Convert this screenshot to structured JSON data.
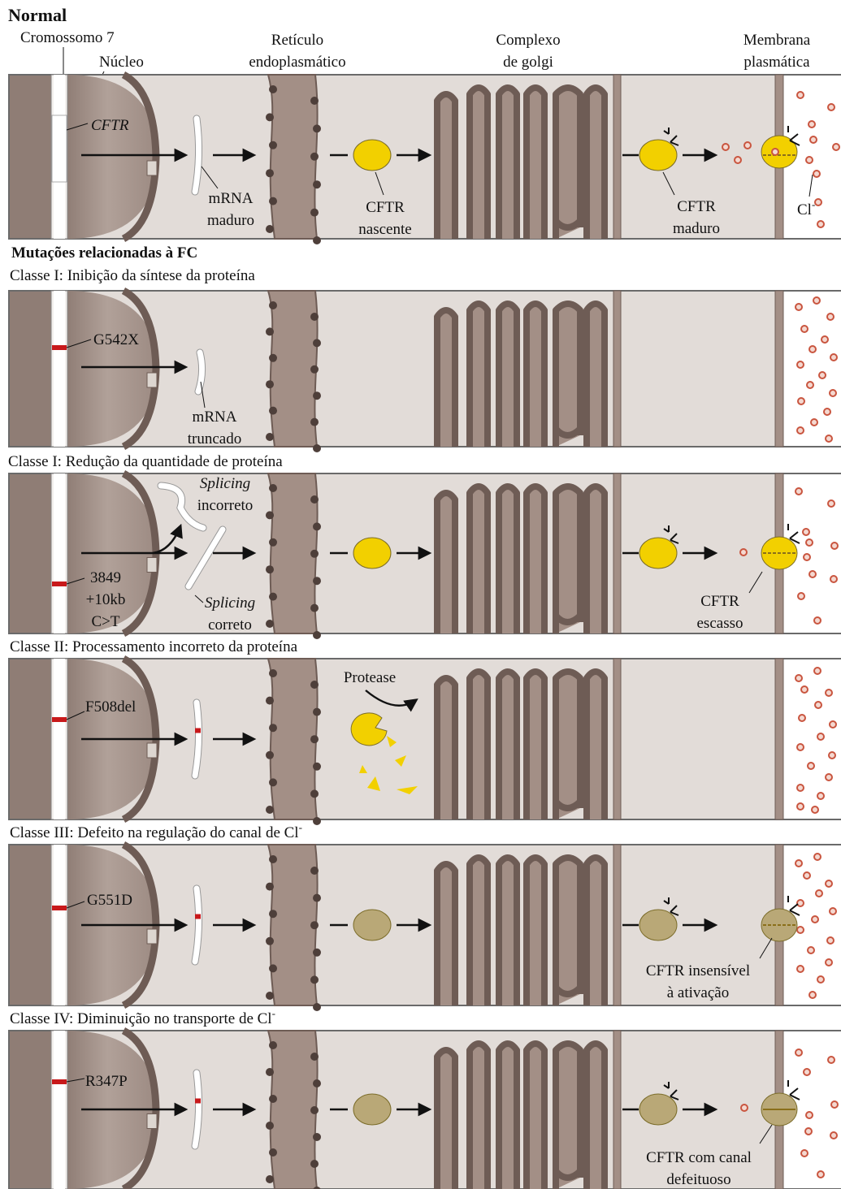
{
  "header": {
    "title": "Normal",
    "chromosome": "Cromossomo 7",
    "nucleus": "Núcleo",
    "er_line1": "Retículo",
    "er_line2": "endoplasmático",
    "golgi_line1": "Complexo",
    "golgi_line2": "de golgi",
    "membrane_line1": "Membrana",
    "membrane_line2": "plasmática"
  },
  "normal": {
    "gene": "CFTR",
    "mrna_line1": "mRNA",
    "mrna_line2": "maduro",
    "nascent_line1": "CFTR",
    "nascent_line2": "nascente",
    "mature_line1": "CFTR",
    "mature_line2": "maduro",
    "chloride": "Cl",
    "chloride_charge": "-"
  },
  "section_title": "Mutações relacionadas à FC",
  "classes": [
    {
      "title": "Classe I: Inibição da síntese da proteína",
      "mutation": "G542X",
      "note_line1": "mRNA",
      "note_line2": "truncado"
    },
    {
      "title": "Classe I: Redução da quantidade de proteína",
      "mutation_line1": "3849",
      "mutation_line2": "+10kb",
      "mutation_line3": "C>T",
      "splice_bad_line1": "Splicing",
      "splice_bad_line2": "incorreto",
      "splice_good_line1": "Splicing",
      "splice_good_line2": "correto",
      "note_line1": "CFTR",
      "note_line2": "escasso"
    },
    {
      "title": "Classe II: Processamento incorreto da proteína",
      "mutation": "F508del",
      "protease": "Protease"
    },
    {
      "title": "Classe III: Defeito na regulação do canal de Cl",
      "title_sup": "-",
      "mutation": "G551D",
      "note_line1": "CFTR insensível",
      "note_line2": "à ativação"
    },
    {
      "title": "Classe IV: Diminuição no transporte de Cl",
      "title_sup": "-",
      "mutation": "R347P",
      "note_line1": "CFTR com canal",
      "note_line2": "defeituoso"
    }
  ],
  "colors": {
    "cytoplasm": "#e2dcd8",
    "organelle": "#a38f86",
    "organelle_edge": "#6e5c55",
    "protein_normal": "#f2d000",
    "protein_faded": "#b9a877",
    "ion": "#c9553f",
    "mutation_mark": "#c8191b"
  }
}
